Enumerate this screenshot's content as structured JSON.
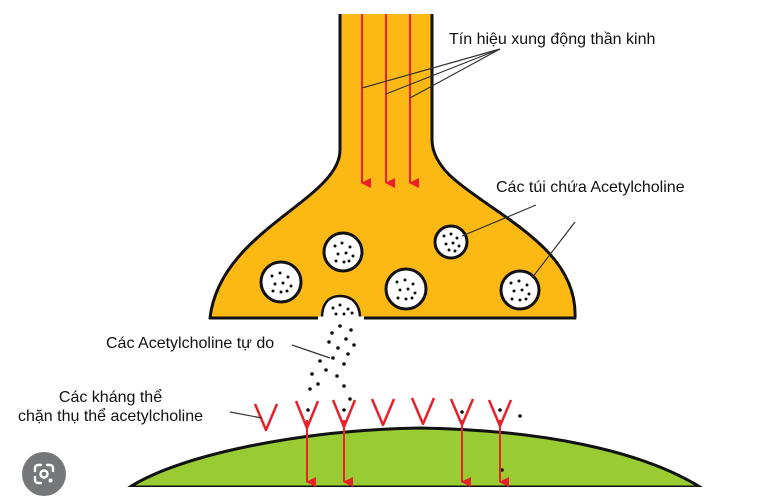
{
  "labels": {
    "signal": "Tín hiệu xung động thần kinh",
    "vesicles": "Các túi chứa Acetylcholine",
    "free_ach": "Các Acetylcholine tự do",
    "antibody_line1": "Các kháng thể",
    "antibody_line2": "chặn thụ thể acetylcholine"
  },
  "colors": {
    "terminal_fill": "#FDB913",
    "membrane_fill": "#99CC33",
    "signal_arrow": "#E8202A",
    "outline": "#111111",
    "vesicle_fill": "#FFFFFF"
  },
  "icons": {
    "lens": "google-lens-icon"
  }
}
